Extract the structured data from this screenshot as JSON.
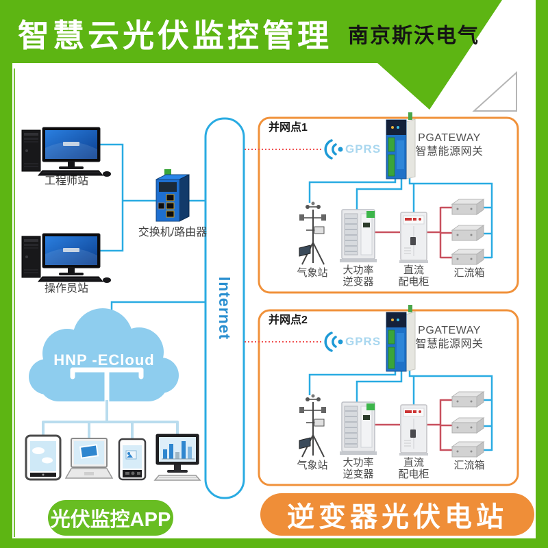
{
  "banner": {
    "title": "智慧云光伏监控管理",
    "company": "南京斯沃电气"
  },
  "network": {
    "engineer_station": "工程师站",
    "operator_station": "操作员站",
    "switch_router": "交换机/路由器",
    "internet": "Internet",
    "cloud": "HNP -ECloud",
    "app_badge": "光伏监控APP"
  },
  "sites": [
    {
      "title": "并网点1",
      "gprs": "GPRS",
      "gateway_name": "PGATEWAY",
      "gateway_subtitle": "智慧能源网关",
      "devices": {
        "weather_station": "气象站",
        "inverter_line1": "大功率",
        "inverter_line2": "逆变器",
        "dc_cabinet_line1": "直流",
        "dc_cabinet_line2": "配电柜",
        "combiner_box": "汇流箱"
      }
    },
    {
      "title": "并网点2",
      "gprs": "GPRS",
      "gateway_name": "PGATEWAY",
      "gateway_subtitle": "智慧能源网关",
      "devices": {
        "weather_station": "气象站",
        "inverter_line1": "大功率",
        "inverter_line2": "逆变器",
        "dc_cabinet_line1": "直流",
        "dc_cabinet_line2": "配电柜",
        "combiner_box": "汇流箱"
      }
    }
  ],
  "footer_badge": "逆变器光伏电站",
  "colors": {
    "brand_green": "#5db513",
    "badge_green": "#68bd22",
    "accent_orange": "#ef8e38",
    "box_border_orange": "#f0913a",
    "line_cyan": "#29abe2",
    "line_red": "#c8505e",
    "dotted_red": "#f05050",
    "cloud_blue": "#8ecdee",
    "internet_text_blue": "#2a8fd0"
  }
}
